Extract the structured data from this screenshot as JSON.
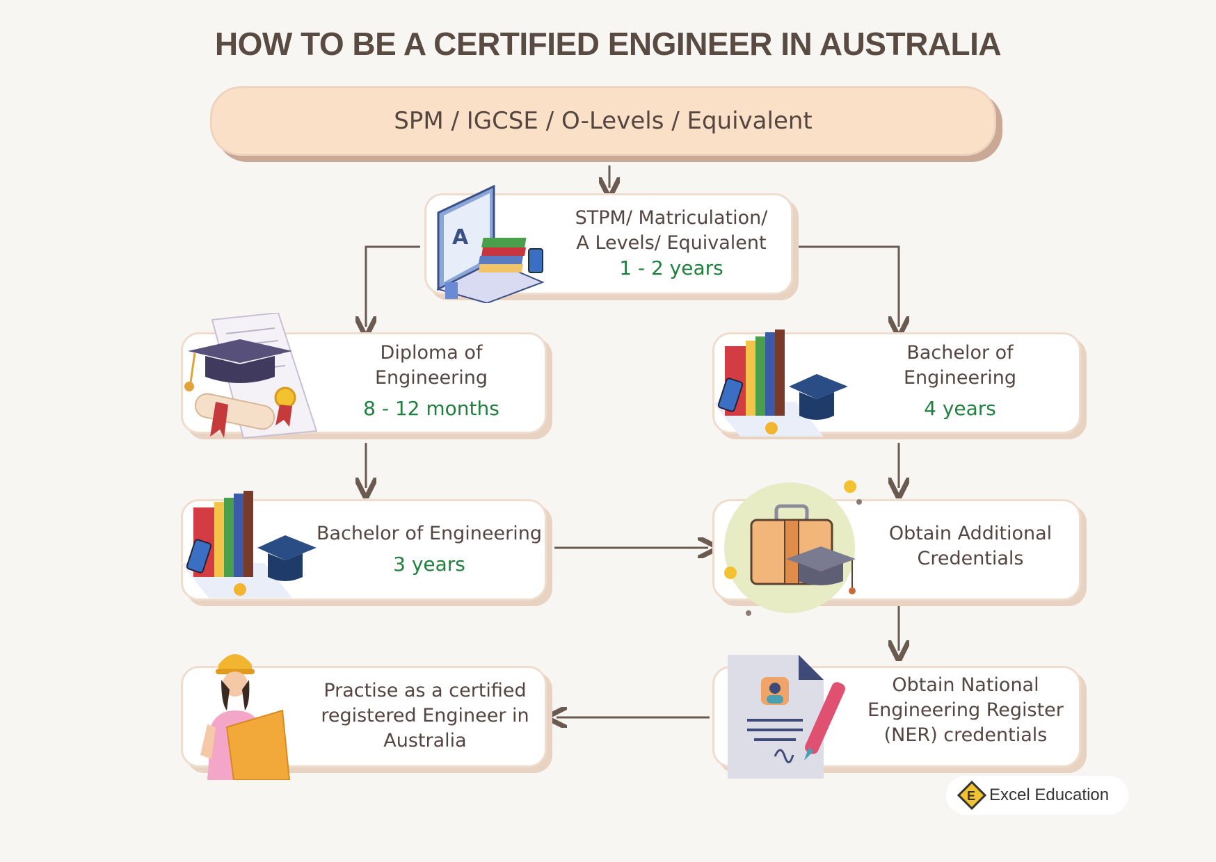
{
  "title": "HOW TO BE A CERTIFIED ENGINEER IN AUSTRALIA",
  "start": {
    "label": "SPM / IGCSE / O-Levels / Equivalent"
  },
  "steps": {
    "stpm": {
      "line1": "STPM/ Matriculation/",
      "line2": "A Levels/ Equivalent",
      "duration": "1 - 2 years"
    },
    "diploma": {
      "line1": "Diploma of",
      "line2": "Engineering",
      "duration": "8 - 12 months"
    },
    "bachelor4": {
      "line1": "Bachelor of",
      "line2": "Engineering",
      "duration": "4 years"
    },
    "bachelor3": {
      "line1": "Bachelor of Engineering",
      "duration": "3 years"
    },
    "credentials": {
      "line1": "Obtain Additional",
      "line2": "Credentials"
    },
    "ner": {
      "line1": "Obtain National",
      "line2": "Engineering Register",
      "line3": "(NER) credentials"
    },
    "practise": {
      "line1": "Practise as a certified",
      "line2": "registered Engineer in",
      "line3": "Australia"
    }
  },
  "logo": {
    "text": "Excel Education",
    "icon": "diamond-e-logo-icon"
  },
  "colors": {
    "background": "#f8f6f3",
    "top_box": "#fbe0c8",
    "duration": "#1f7f3c",
    "arrow": "#6b5a50"
  }
}
